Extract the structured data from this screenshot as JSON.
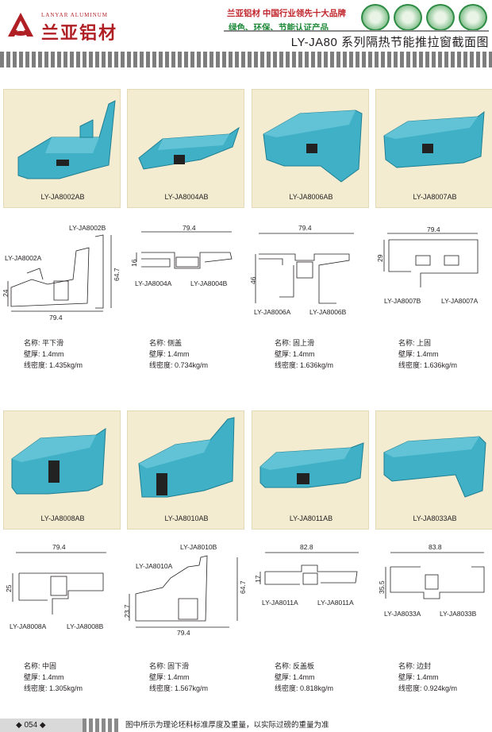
{
  "brand": {
    "name_en": "LANYAR ALUMINUM",
    "name_cn": "兰亚铝材",
    "slogan_line1": "兰亚铝材  中国行业领先十大品牌",
    "slogan_line2": "绿色、环保、节能认证产品"
  },
  "title": "LY-JA80 系列隔热节能推拉窗截面图",
  "colors": {
    "profile": "#3fb0c6",
    "profile_dark": "#1f7f93",
    "card_bg": "#f3ecd1",
    "brand_red": "#b01f24",
    "brand_green": "#1f8a3a"
  },
  "spec_labels": {
    "name": "名称:",
    "wall": "壁厚:",
    "density": "线密度:"
  },
  "products": [
    {
      "card_label": "LY-JA8002AB",
      "parts": [
        "LY-JA8002A",
        "LY-JA8002B"
      ],
      "dims": [
        "79.4",
        "64.7",
        "24"
      ],
      "name": "平下滑",
      "wall": "1.4mm",
      "density": "1.435kg/m"
    },
    {
      "card_label": "LY-JA8004AB",
      "parts": [
        "LY-JA8004A",
        "LY-JA8004B"
      ],
      "dims": [
        "79.4",
        "16"
      ],
      "name": "侧盖",
      "wall": "1.4mm",
      "density": "0.734kg/m"
    },
    {
      "card_label": "LY-JA8006AB",
      "parts": [
        "LY-JA8006A",
        "LY-JA8006B"
      ],
      "dims": [
        "79.4",
        "46"
      ],
      "name": "固上滑",
      "wall": "1.4mm",
      "density": "1.636kg/m"
    },
    {
      "card_label": "LY-JA8007AB",
      "parts": [
        "LY-JA8007B",
        "LY-JA8007A"
      ],
      "dims": [
        "79.4",
        "29"
      ],
      "name": "上固",
      "wall": "1.4mm",
      "density": "1.636kg/m"
    },
    {
      "card_label": "LY-JA8008AB",
      "parts": [
        "LY-JA8008A",
        "LY-JA8008B"
      ],
      "dims": [
        "79.4",
        "25"
      ],
      "name": "中固",
      "wall": "1.4mm",
      "density": "1.305kg/m"
    },
    {
      "card_label": "LY-JA8010AB",
      "parts": [
        "LY-JA8010A",
        "LY-JA8010B"
      ],
      "dims": [
        "79.4",
        "64.7",
        "23.7"
      ],
      "name": "固下滑",
      "wall": "1.4mm",
      "density": "1.567kg/m"
    },
    {
      "card_label": "LY-JA8011AB",
      "parts": [
        "LY-JA8011A",
        "LY-JA8011A"
      ],
      "dims": [
        "82.8",
        "17"
      ],
      "name": "反盖板",
      "wall": "1.4mm",
      "density": "0.818kg/m"
    },
    {
      "card_label": "LY-JA8033AB",
      "parts": [
        "LY-JA8033A",
        "LY-JA8033B"
      ],
      "dims": [
        "83.8",
        "35.5"
      ],
      "name": "边封",
      "wall": "1.4mm",
      "density": "0.924kg/m"
    }
  ],
  "footer": {
    "page": "◆ 054 ◆",
    "note": "图中所示为理论坯料标准厚度及重量，以实际过磅的重量为准"
  }
}
